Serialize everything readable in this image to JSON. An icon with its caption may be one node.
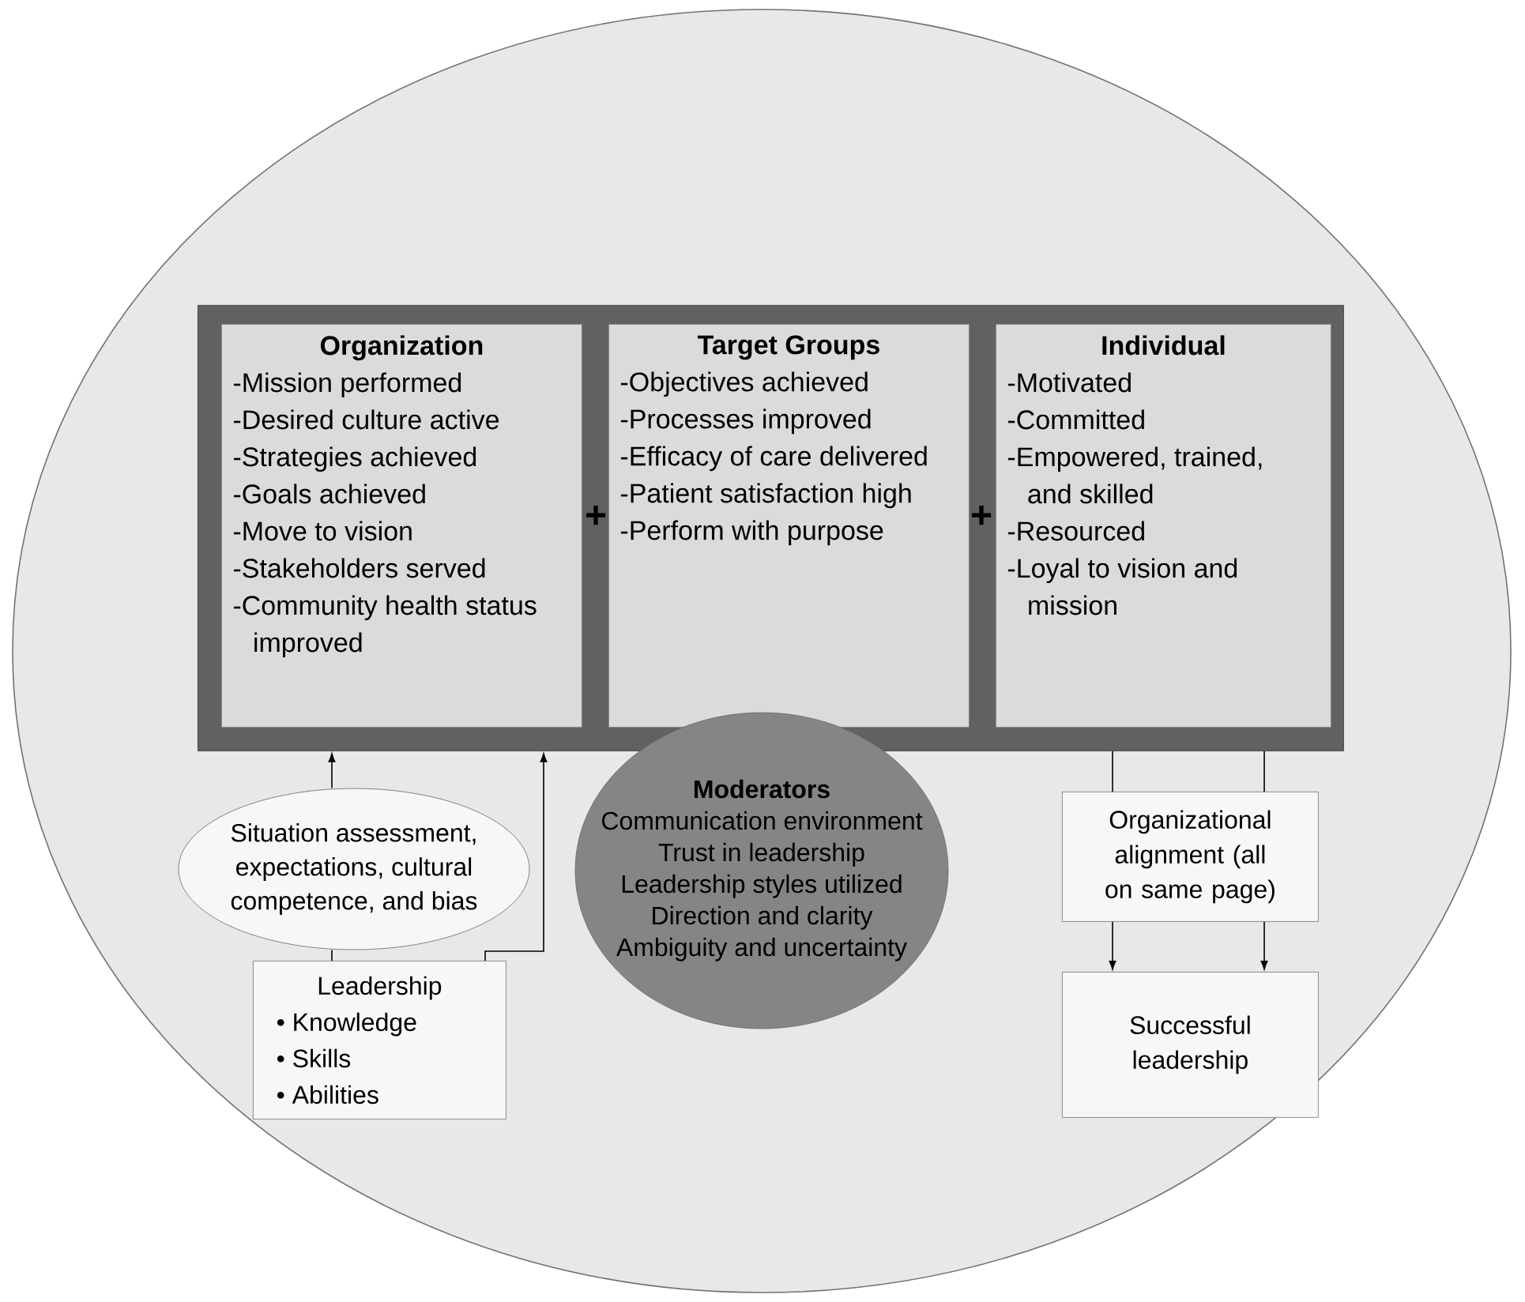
{
  "diagram": {
    "nodes": [
      {
        "text": [],
        "shape": "box"
      },
      {
        "text": [
          "Organization",
          "-Mission performed",
          "-Desired culture active",
          "-Strategies achieved",
          "-Goals achieved",
          "-Move to vision",
          "-Stakeholders served",
          "-Community health status improved"
        ],
        "in": 0
      },
      {
        "text": [
          "Target Groups",
          "-Objectives achieved",
          "-Processes improved",
          "-Efficacy of care delivered",
          "-Patient satisfaction high",
          "-Perform with purpose"
        ],
        "in": 0
      },
      {
        "text": [
          "Individual",
          "-Motivated",
          "-Committed",
          "-Empowered, trained, and skilled",
          "-Resourced",
          "-Loyal to vision and mission"
        ],
        "in": 0
      },
      {
        "text": [
          "Moderators",
          "Communication environment",
          "Trust in leadership",
          "Leadership styles utilized",
          "Direction and clarity",
          "Ambiguity and uncertainty"
        ]
      },
      {
        "text": [
          "Situation assessment, expectations, cultural competence, and bias"
        ]
      },
      {
        "text": [
          "Leadership",
          "• Knowledge",
          "• Skills",
          "• Abilities"
        ]
      },
      {
        "text": [
          "Organizational alignment (all on same page)"
        ]
      },
      {
        "text": [
          "Successful leadership"
        ]
      }
    ],
    "edges": [
      {
        "from": 5,
        "to": 0,
        "arrow": "to"
      },
      {
        "from": 6,
        "to": 0,
        "arrow": "to"
      },
      {
        "from": 6,
        "to": 5,
        "arrow": "none"
      },
      {
        "from": 0,
        "to": 7,
        "arrow": "none"
      },
      {
        "from": 0,
        "to": 7,
        "arrow": "none"
      },
      {
        "from": 7,
        "to": 8,
        "arrow": "to"
      },
      {
        "from": 7,
        "to": 8,
        "arrow": "to"
      }
    ],
    "labels": [
      "+",
      "+"
    ]
  }
}
